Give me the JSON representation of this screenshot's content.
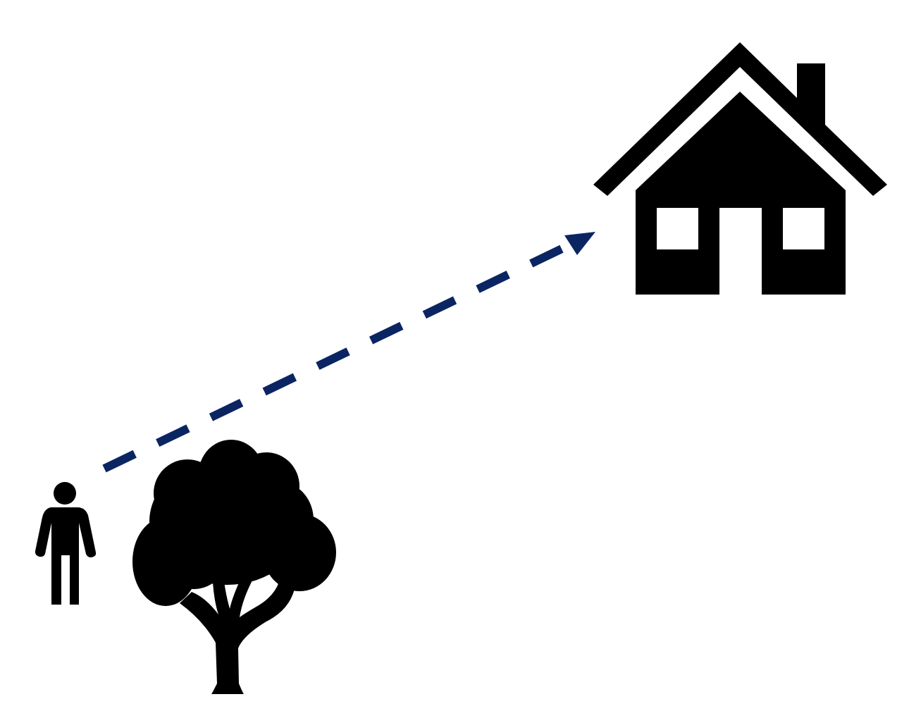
{
  "diagram": {
    "background_color": "#ffffff",
    "icon_color": "#000000",
    "arrow_color": "#0b2563",
    "elements": [
      {
        "id": "person",
        "icon": "person-icon"
      },
      {
        "id": "tree",
        "icon": "tree-icon"
      },
      {
        "id": "house",
        "icon": "house-icon"
      }
    ],
    "connections": [
      {
        "from": "person",
        "to": "house",
        "style": "dashed",
        "head": "arrow"
      }
    ]
  }
}
